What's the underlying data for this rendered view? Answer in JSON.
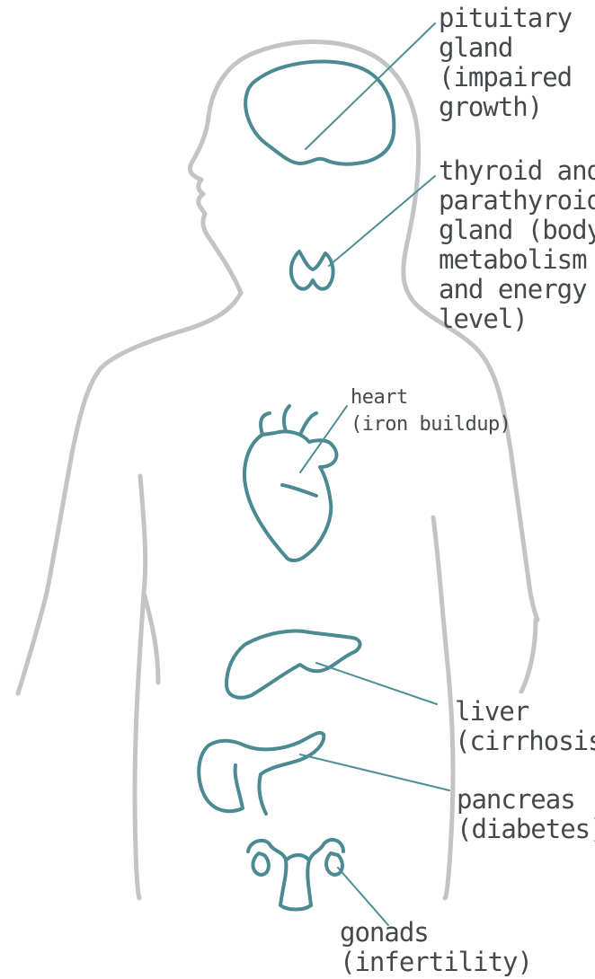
{
  "colors": {
    "outline": "#c3c4c6",
    "organ": "#4b8a92",
    "leader": "#4f8e97",
    "text": "#45494c",
    "background": "#ffffff"
  },
  "labels": {
    "pituitary": "pituitary\ngland\n(impaired\ngrowth)",
    "thyroid": "thyroid and\nparathyroid\ngland (body\nmetabolism\nand energy\nlevel)",
    "heart": "heart\n(iron buildup)",
    "liver": "liver\n(cirrhosis)",
    "pancreas": "pancreas\n(diabetes)",
    "gonads": "gonads\n(infertility)"
  }
}
